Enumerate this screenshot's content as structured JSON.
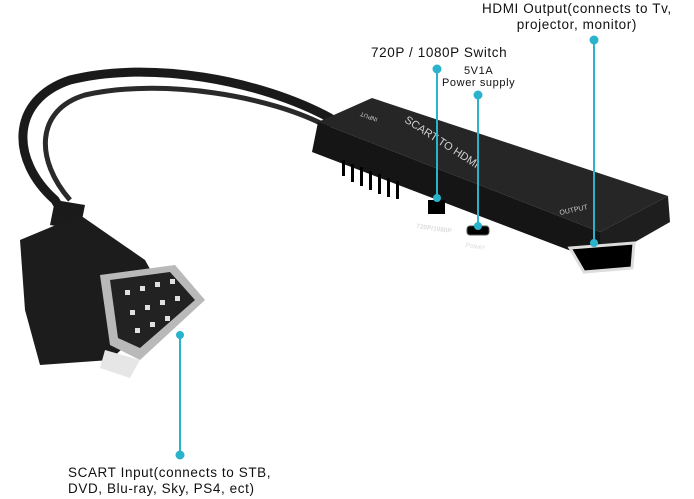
{
  "callouts": {
    "hdmi_output": {
      "line1": "HDMI Output(connects to Tv,",
      "line2": "projector, monitor)"
    },
    "switch": {
      "label": "720P / 1080P Switch"
    },
    "power": {
      "line1": "5V1A",
      "line2": "Power supply"
    },
    "scart_input": {
      "line1": "SCART Input(connects to STB,",
      "line2": "DVD, Blu-ray, Sky, PS4, ect)"
    }
  },
  "device_print": {
    "title": "SCART TO HDMI",
    "input": "INPUT",
    "output": "OUTPUT",
    "switch": "720P/1080P",
    "power": "Power"
  },
  "colors": {
    "callout": "#2bb3cc",
    "device": "#1b1b1b"
  }
}
